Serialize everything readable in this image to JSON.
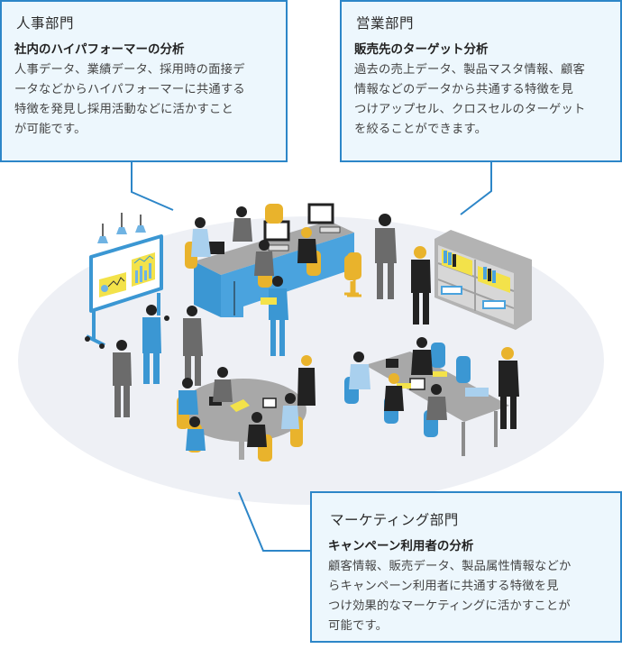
{
  "departments": [
    {
      "id": "hr",
      "title": "人事部門",
      "subtitle": "社内のハイパフォーマーの分析",
      "lines": [
        "人事データ、業績データ、採用時の面接デ",
        "ータなどからハイパフォーマーに共通する",
        "特徴を発見し採用活動などに活かすこと",
        "が可能です。"
      ]
    },
    {
      "id": "sales",
      "title": "営業部門",
      "subtitle": "販売先のターゲット分析",
      "lines": [
        "過去の売上データ、製品マスタ情報、顧客",
        "情報などのデータから共通する特徴を見",
        "つけアップセル、クロスセルのターゲット",
        "を絞ることができます。"
      ]
    },
    {
      "id": "marketing",
      "title": "マーケティング部門",
      "subtitle": "キャンペーン利用者の分析",
      "lines": [
        "顧客情報、販売データ、製品属性情報などか",
        "らキャンペーン利用者に共通する特徴を見",
        "つけ効果的なマーケティングに活かすことが",
        "可能です。"
      ]
    }
  ],
  "colors": {
    "border": "#2d86c8",
    "box_fill": "#edf7fd",
    "floor": "#eef0f5",
    "accent_blue": "#3b97d3",
    "accent_yellow": "#e9b32c",
    "suit_gray": "#6b6b6b",
    "suit_black": "#222222"
  }
}
